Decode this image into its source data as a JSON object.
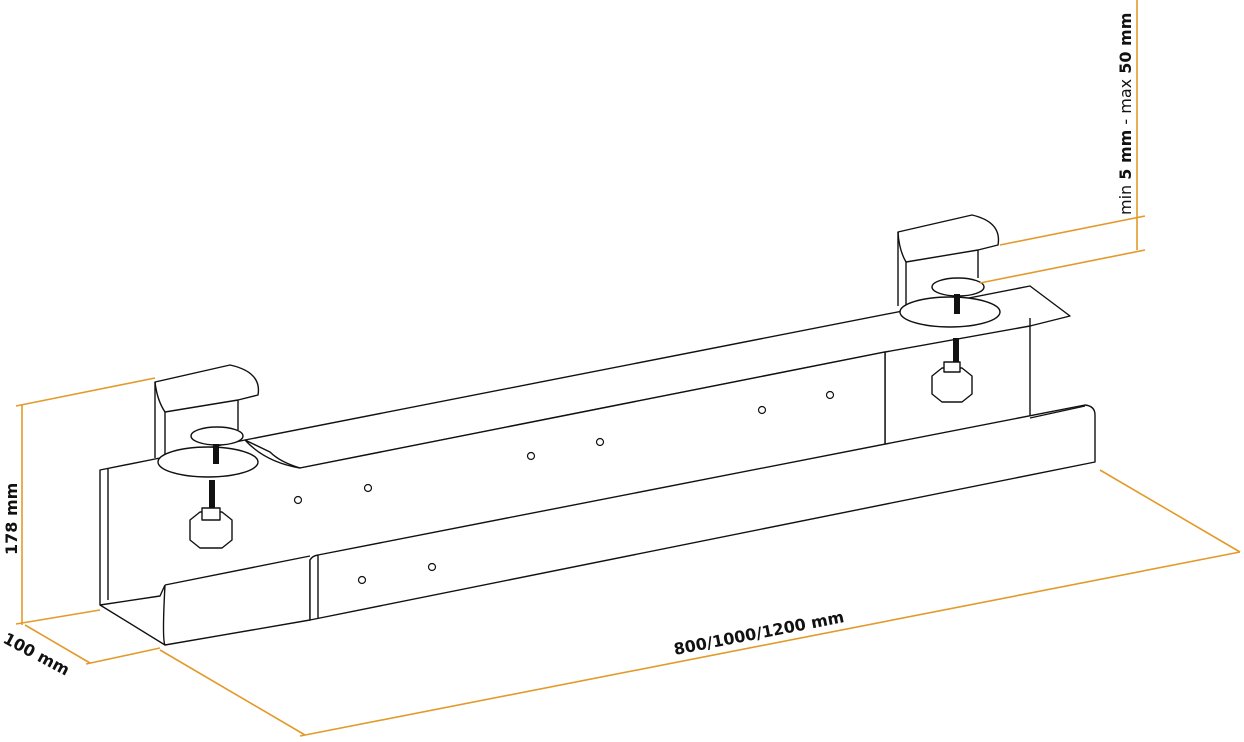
{
  "colors": {
    "dimension": "#e39a2a",
    "outline": "#111111"
  },
  "dimensions": {
    "height": "178 mm",
    "depth": "100 mm",
    "length": "800/1000/1200 mm",
    "clamp": {
      "min_prefix": "min ",
      "min_value": "5 mm",
      "separator": " - max ",
      "max_value": "50 mm"
    }
  }
}
